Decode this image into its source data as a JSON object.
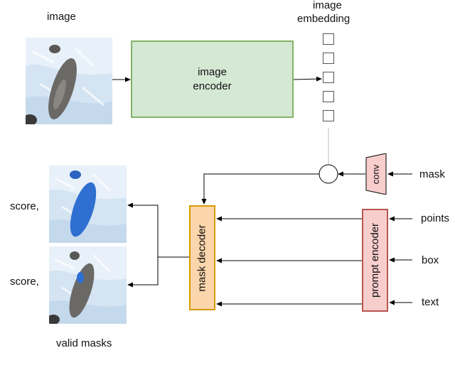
{
  "labels": {
    "image": "image",
    "image_embedding_line1": "image",
    "image_embedding_line2": "embedding",
    "image_encoder_line1": "image",
    "image_encoder_line2": "encoder",
    "mask_decoder": "mask decoder",
    "prompt_encoder": "prompt encoder",
    "conv": "conv",
    "mask": "mask",
    "points": "points",
    "box": "box",
    "text": "text",
    "score_1": "score,",
    "score_2": "score,",
    "valid_masks": "valid masks"
  },
  "embedding_cells": 5,
  "colors": {
    "image_encoder_fill": "#d5e8d4",
    "image_encoder_border": "#82b366",
    "mask_decoder_fill": "#fbd5ab",
    "mask_decoder_border": "#d79b00",
    "prompt_encoder_fill": "#f8cecc",
    "prompt_encoder_border": "#b85450",
    "mask_highlight": "#2f6fd1"
  }
}
